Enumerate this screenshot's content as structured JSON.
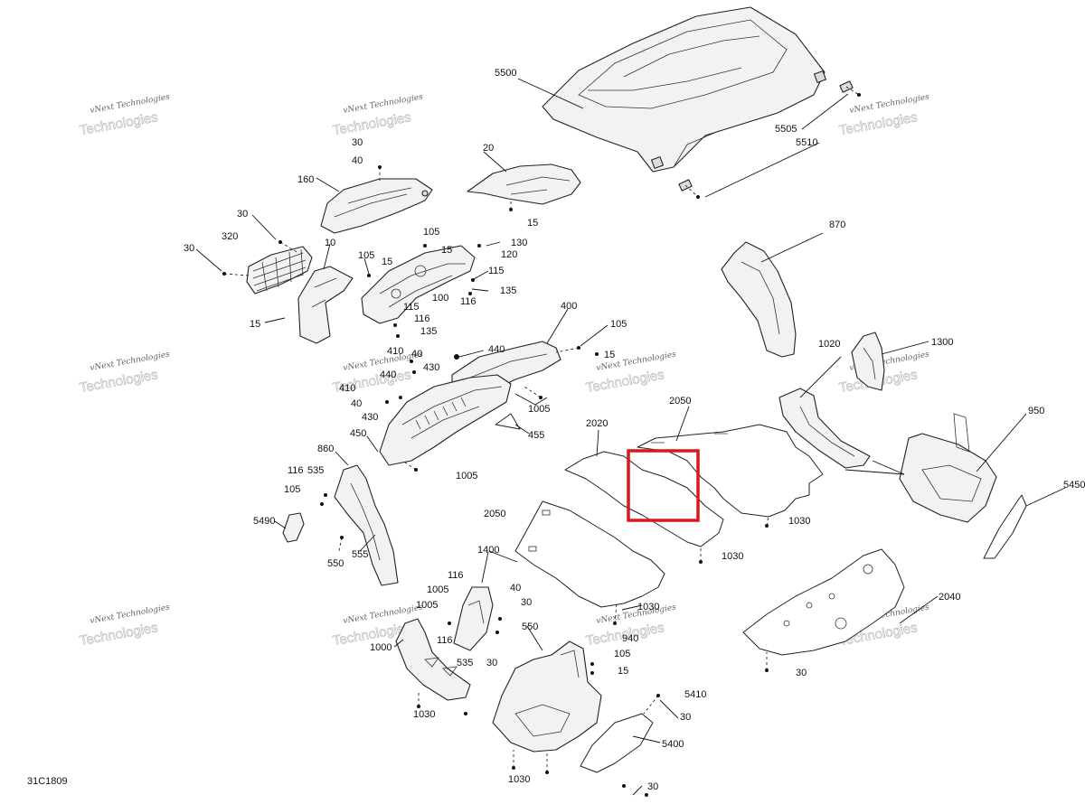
{
  "diagram_id": "31C1809",
  "watermark": {
    "line1": "vNext Technologies",
    "line2": "Technologies",
    "line2_prefix": "vNext"
  },
  "highlight_color": "#d9171d",
  "callouts": {
    "c5500": "5500",
    "c5505": "5505",
    "c5510": "5510",
    "c20": "20",
    "c15a": "15",
    "c30a": "30",
    "c40a": "40",
    "c160": "160",
    "c30b": "30",
    "c320": "320",
    "c30c": "30",
    "c10": "10",
    "c105a": "105",
    "c15b": "15",
    "c105b": "105",
    "c15c": "15",
    "c130": "130",
    "c120": "120",
    "c115a": "115",
    "c135a": "135",
    "c116a": "116",
    "c100": "100",
    "c115b": "115",
    "c116b": "116",
    "c135b": "135",
    "c15d": "15",
    "c870": "870",
    "c400": "400",
    "c105c": "105",
    "c15e": "15",
    "c440a": "440",
    "c410a": "410",
    "c40b": "40",
    "c430a": "430",
    "c440b": "440",
    "c410b": "410",
    "c40c": "40",
    "c430b": "430",
    "c1005a": "1005",
    "c455": "455",
    "c450": "450",
    "c1005b": "1005",
    "c1020": "1020",
    "c1300": "1300",
    "c950": "950",
    "c2050a": "2050",
    "c2020": "2020",
    "c1030a": "1030",
    "c860": "860",
    "c116c": "116",
    "c535a": "535",
    "c105d": "105",
    "c5490": "5490",
    "c550a": "550",
    "c555": "555",
    "c2050b": "2050",
    "c1030b": "1030",
    "c5450": "5450",
    "c1400": "1400",
    "c116d": "116",
    "c1005c": "1005",
    "c40d": "40",
    "c30d": "30",
    "c1005d": "1005",
    "c1030c": "1030",
    "c940": "940",
    "c2040": "2040",
    "c550b": "550",
    "c116e": "116",
    "c1000": "1000",
    "c535b": "535",
    "c30e": "30",
    "c105e": "105",
    "c15f": "15",
    "c30f": "30",
    "c5410": "5410",
    "c30g": "30",
    "c1030d": "1030",
    "c5400": "5400",
    "c1030e": "1030",
    "c30h": "30"
  }
}
